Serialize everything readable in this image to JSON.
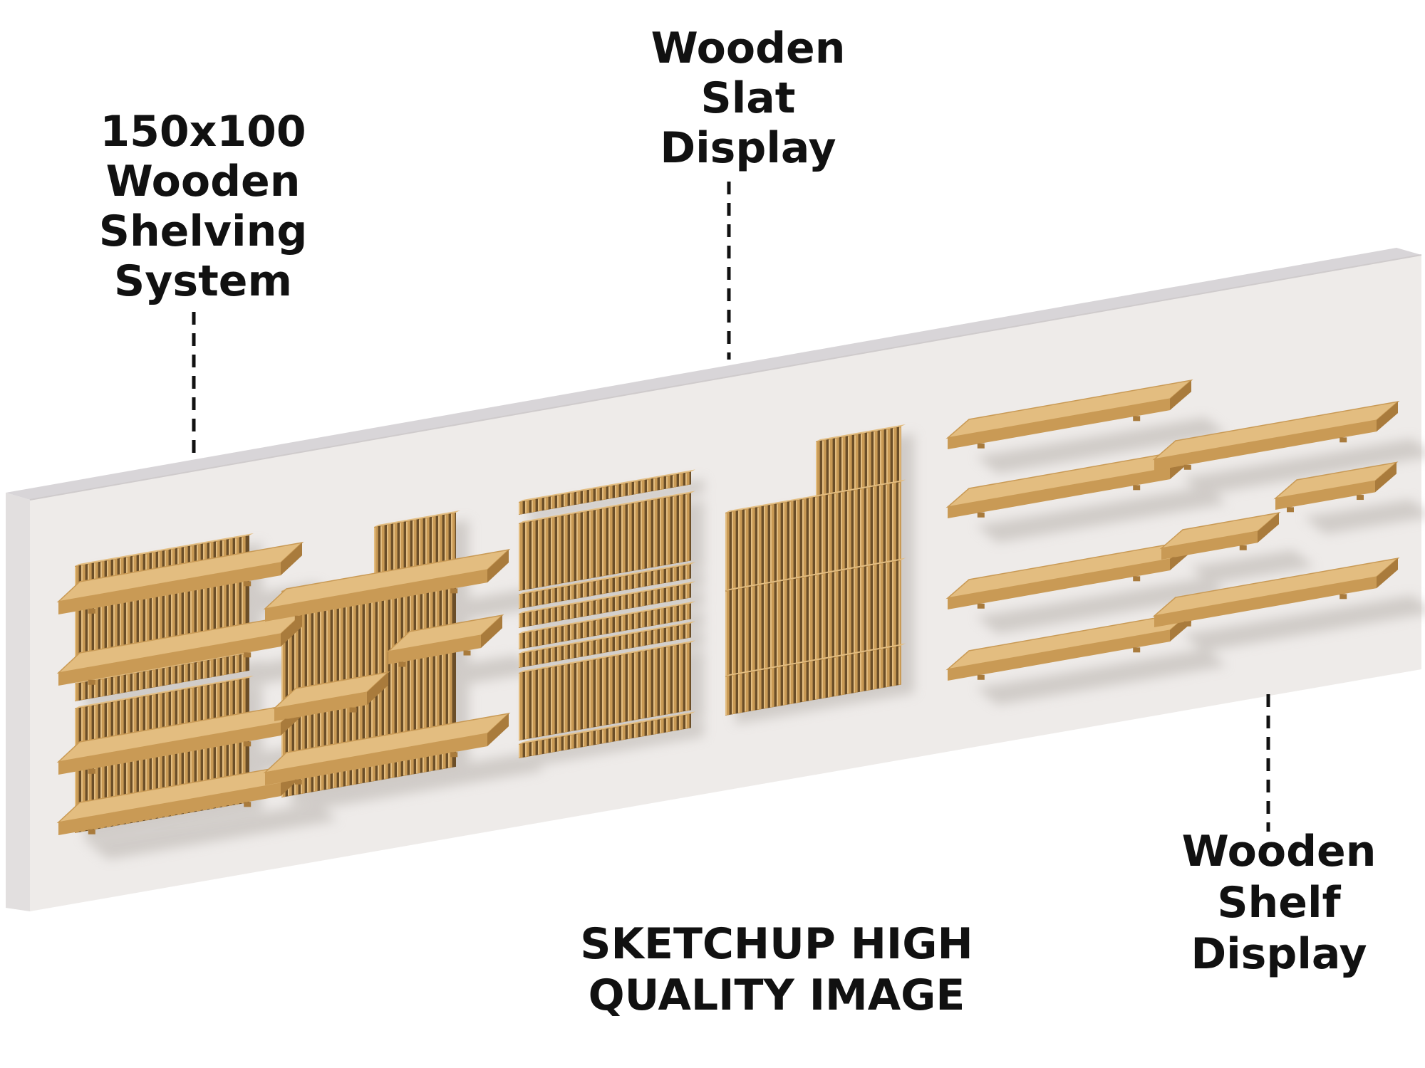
{
  "callouts": {
    "shelving_system": [
      "150x100",
      "Wooden",
      "Shelving",
      "System"
    ],
    "slat_display": [
      "Wooden",
      "Slat",
      "Display"
    ],
    "shelf_display": [
      "Wooden",
      "Shelf",
      "Display"
    ]
  },
  "footer": [
    "SKETCHUP HIGH",
    "QUALITY IMAGE"
  ],
  "colors": {
    "wall_front": "#eeebe9",
    "wall_top": "#d8d5d8",
    "wall_side": "#e2dfdf",
    "wood_light": "#e3bd80",
    "wood_mid": "#c99a55",
    "wood_dark": "#a97b3c",
    "slat_gap": "#6b4e28",
    "shadow": "#b8b2ad",
    "text": "#111111"
  }
}
